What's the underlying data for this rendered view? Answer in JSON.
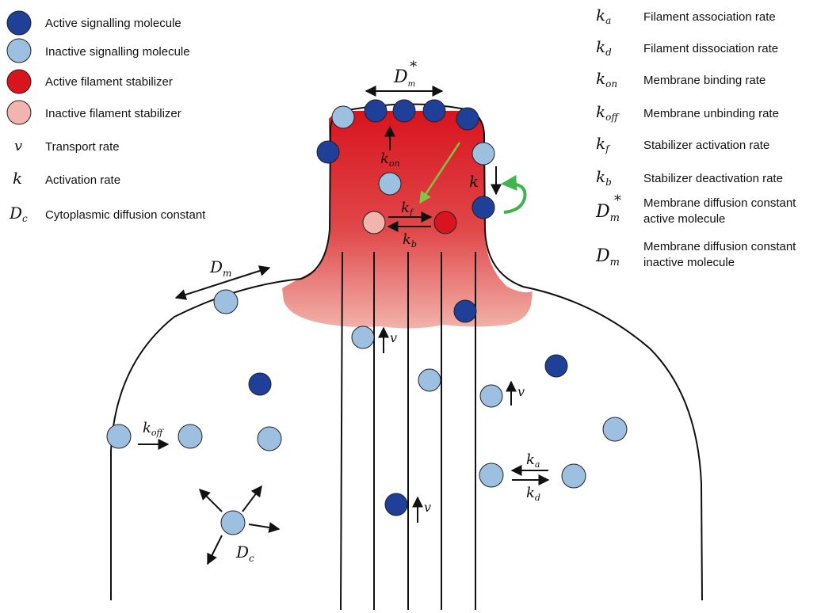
{
  "colors": {
    "active_signalling": "#1f3f99",
    "inactive_signalling": "#9dbfe0",
    "active_stabilizer": "#d8141e",
    "inactive_stabilizer": "#f1b4ae",
    "cell_outline": "#111111",
    "feedback_arrow": "#3db54a",
    "activation_arrow": "#79c942"
  },
  "legend_left": [
    {
      "key": "active_signalling",
      "label": "Active signalling molecule"
    },
    {
      "key": "inactive_signalling",
      "label": "Inactive signalling molecule"
    },
    {
      "key": "active_stabilizer",
      "label": "Active filament stabilizer"
    },
    {
      "key": "inactive_stabilizer",
      "label": "Inactive filament stabilizer"
    },
    {
      "symbol": "v",
      "label": "Transport rate"
    },
    {
      "symbol": "k",
      "label": "Activation rate"
    },
    {
      "symbol": "D",
      "sub": "c",
      "label": "Cytoplasmic diffusion constant"
    }
  ],
  "legend_right": [
    {
      "symbol": "k",
      "sub": "a",
      "label": "Filament association rate"
    },
    {
      "symbol": "k",
      "sub": "d",
      "label": "Filament dissociation rate"
    },
    {
      "symbol": "k",
      "sub": "on",
      "label": "Membrane binding rate"
    },
    {
      "symbol": "k",
      "sub": "off",
      "label": "Membrane unbinding rate"
    },
    {
      "symbol": "k",
      "sub": "f",
      "label": "Stabilizer activation rate"
    },
    {
      "symbol": "k",
      "sub": "b",
      "label": "Stabilizer deactivation rate"
    },
    {
      "symbol": "D",
      "sub": "m",
      "sup": "*",
      "label": "Membrane diffusion constant",
      "label2": "active molecule"
    },
    {
      "symbol": "D",
      "sub": "m",
      "label": "Membrane diffusion constant",
      "label2": "inactive molecule"
    }
  ],
  "diagram_labels": {
    "dm_star": {
      "base": "D",
      "sub": "m",
      "sup": "*"
    },
    "kon": {
      "base": "k",
      "sub": "on"
    },
    "k_side": {
      "base": "k"
    },
    "kf": {
      "base": "k",
      "sub": "f"
    },
    "kb": {
      "base": "k",
      "sub": "b"
    },
    "dm": {
      "base": "D",
      "sub": "m"
    },
    "koff": {
      "base": "k",
      "sub": "off"
    },
    "ka": {
      "base": "k",
      "sub": "a"
    },
    "kd": {
      "base": "k",
      "sub": "d"
    },
    "dc": {
      "base": "D",
      "sub": "c"
    },
    "v": "v"
  }
}
